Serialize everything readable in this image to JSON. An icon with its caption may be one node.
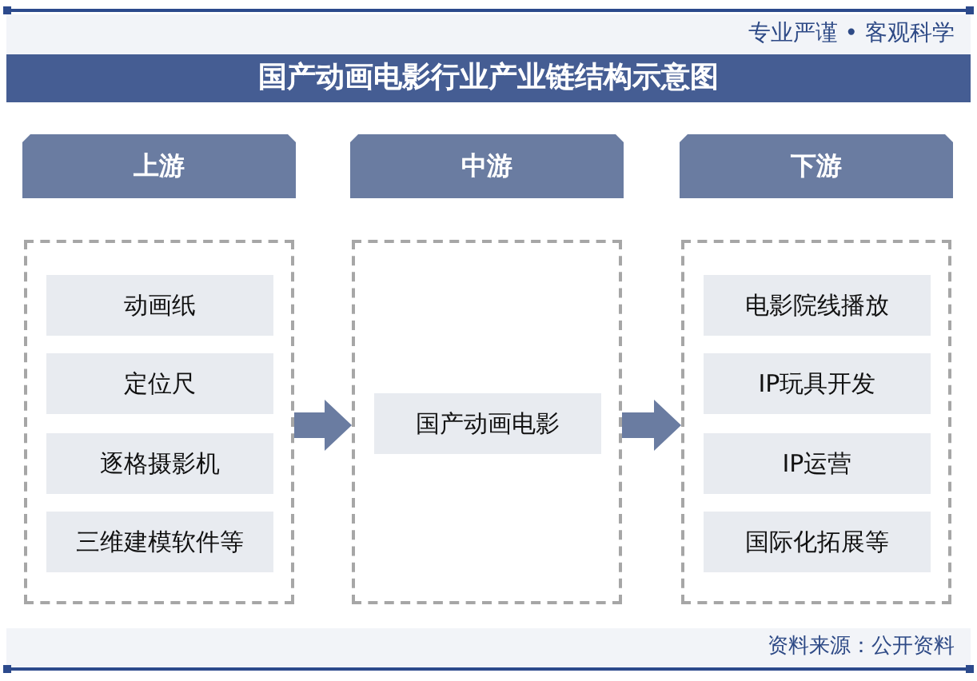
{
  "diagram": {
    "title": "国产动画电影行业产业链结构示意图",
    "nodes": [
      {
        "text": [
          "上游"
        ]
      },
      {
        "text": [
          "中游"
        ]
      },
      {
        "text": [
          "下游"
        ]
      },
      {
        "text": [],
        "shape": "box"
      },
      {
        "text": [
          "动画纸"
        ],
        "in": 3
      },
      {
        "text": [
          "定位尺"
        ],
        "in": 3
      },
      {
        "text": [
          "逐格摄影机"
        ],
        "in": 3
      },
      {
        "text": [
          "三维建模软件等"
        ],
        "in": 3
      },
      {
        "text": [],
        "shape": "box"
      },
      {
        "text": [
          "国产动画电影"
        ],
        "in": 8
      },
      {
        "text": [],
        "shape": "box"
      },
      {
        "text": [
          "电影院线播放"
        ],
        "in": 10
      },
      {
        "text": [
          "IP玩具开发"
        ],
        "in": 10
      },
      {
        "text": [
          "IP运营"
        ],
        "in": 10
      },
      {
        "text": [
          "国际化拓展等"
        ],
        "in": 10
      }
    ],
    "edges": [
      {
        "from": 3,
        "to": 8,
        "arrow": "to"
      },
      {
        "from": 8,
        "to": 10,
        "arrow": "to"
      }
    ],
    "labels": [
      "专业严谨 • 客观科学",
      "资料来源：公开资料"
    ]
  }
}
